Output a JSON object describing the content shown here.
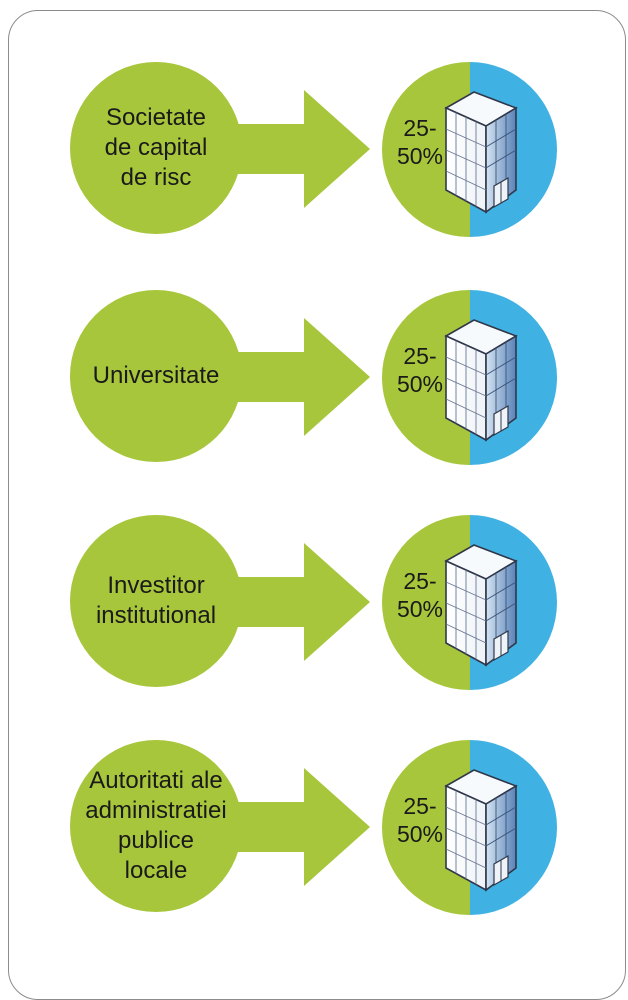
{
  "colors": {
    "green": "#a7c63b",
    "blue": "#3fb1e2"
  },
  "rows": [
    {
      "source_label": "Societate\nde capital\nde risc",
      "pct_line1": "25-",
      "pct_line2": "50%"
    },
    {
      "source_label": "Universitate",
      "pct_line1": "25-",
      "pct_line2": "50%"
    },
    {
      "source_label": "Investitor\ninstitutional",
      "pct_line1": "25-",
      "pct_line2": "50%"
    },
    {
      "source_label": "Autoritati ale\nadministratiei\npublice\nlocale",
      "pct_line1": "25-",
      "pct_line2": "50%"
    }
  ],
  "icons": {
    "arrow": "right-arrow-icon",
    "building": "building-icon"
  }
}
